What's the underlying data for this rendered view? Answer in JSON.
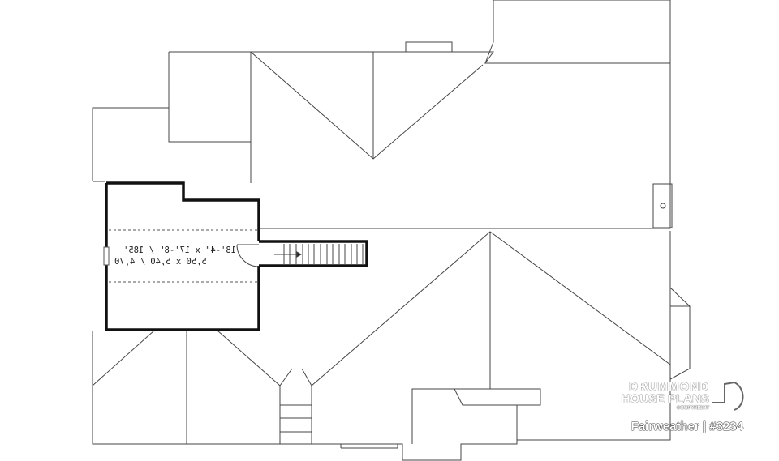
{
  "plan": {
    "room_dimensions_imperial": "18'-4\" x 17'-8\" / 185'",
    "room_dimensions_metric": "5,50 x 5,40 / 4,70"
  },
  "branding": {
    "logo_line1": "DRUMMOND",
    "logo_line2": "HOUSE PLANS",
    "copyright": "©COPYRIGHT",
    "plan_title": "Fairweather | #3234"
  },
  "colors": {
    "lines": "#333333",
    "walls": "#111111"
  }
}
